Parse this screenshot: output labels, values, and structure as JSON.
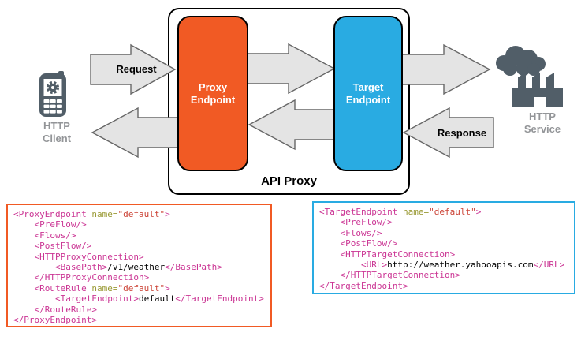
{
  "colors": {
    "orange": "#F15A24",
    "blue": "#29ABE2",
    "arrow_fill": "#E4E4E4",
    "arrow_stroke": "#666666",
    "icon_gray": "#515E68",
    "label_gray": "#939598",
    "code_tag": "#CB3594",
    "code_attr": "#999933",
    "code_string": "#CC4437",
    "code_text": "#000000"
  },
  "diagram": {
    "api_proxy_label": "API Proxy",
    "proxy_endpoint": {
      "line1": "Proxy",
      "line2": "Endpoint"
    },
    "target_endpoint": {
      "line1": "Target",
      "line2": "Endpoint"
    },
    "http_client": {
      "line1": "HTTP",
      "line2": "Client"
    },
    "http_service": {
      "line1": "HTTP",
      "line2": "Service"
    },
    "request_label": "Request",
    "response_label": "Response"
  },
  "proxy_code": {
    "lines": [
      [
        {
          "c": "tag",
          "s": "<ProxyEndpoint "
        },
        {
          "c": "attr",
          "s": "name="
        },
        {
          "c": "str",
          "s": "\"default\""
        },
        {
          "c": "tag",
          "s": ">"
        }
      ],
      [
        {
          "c": "tag",
          "s": "    <PreFlow/>"
        }
      ],
      [
        {
          "c": "tag",
          "s": "    <Flows/>"
        }
      ],
      [
        {
          "c": "tag",
          "s": "    <PostFlow/>"
        }
      ],
      [
        {
          "c": "tag",
          "s": "    <HTTPProxyConnection>"
        }
      ],
      [
        {
          "c": "tag",
          "s": "        <BasePath>"
        },
        {
          "c": "txt",
          "s": "/v1/weather"
        },
        {
          "c": "tag",
          "s": "</BasePath>"
        }
      ],
      [
        {
          "c": "tag",
          "s": "    </HTTPProxyConnection>"
        }
      ],
      [
        {
          "c": "tag",
          "s": "    <RouteRule "
        },
        {
          "c": "attr",
          "s": "name="
        },
        {
          "c": "str",
          "s": "\"default\""
        },
        {
          "c": "tag",
          "s": ">"
        }
      ],
      [
        {
          "c": "tag",
          "s": "        <TargetEndpoint>"
        },
        {
          "c": "txt",
          "s": "default"
        },
        {
          "c": "tag",
          "s": "</TargetEndpoint>"
        }
      ],
      [
        {
          "c": "tag",
          "s": "    </RouteRule>"
        }
      ],
      [
        {
          "c": "tag",
          "s": "</ProxyEndpoint>"
        }
      ]
    ]
  },
  "target_code": {
    "lines": [
      [
        {
          "c": "tag",
          "s": "<TargetEndpoint "
        },
        {
          "c": "attr",
          "s": "name="
        },
        {
          "c": "str",
          "s": "\"default\""
        },
        {
          "c": "tag",
          "s": ">"
        }
      ],
      [
        {
          "c": "tag",
          "s": "    <PreFlow/>"
        }
      ],
      [
        {
          "c": "tag",
          "s": "    <Flows/>"
        }
      ],
      [
        {
          "c": "tag",
          "s": "    <PostFlow/>"
        }
      ],
      [
        {
          "c": "tag",
          "s": "    <HTTPTargetConnection>"
        }
      ],
      [
        {
          "c": "tag",
          "s": "        <URL>"
        },
        {
          "c": "txt",
          "s": "http://weather.yahooapis.com"
        },
        {
          "c": "tag",
          "s": "</URL>"
        }
      ],
      [
        {
          "c": "tag",
          "s": "    </HTTPTargetConnection>"
        }
      ],
      [
        {
          "c": "tag",
          "s": "</TargetEndpoint>"
        }
      ]
    ]
  }
}
